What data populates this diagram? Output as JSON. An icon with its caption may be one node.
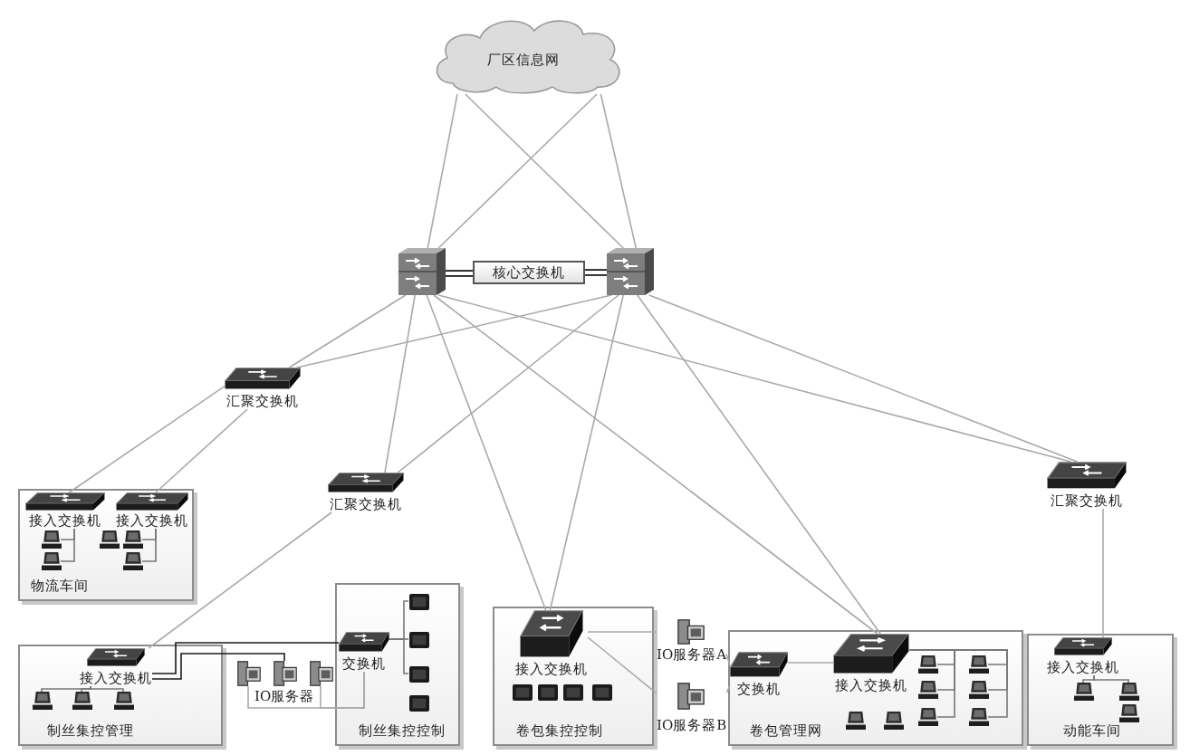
{
  "diagram": {
    "nodes": [
      {
        "text": [
          "厂区信息网"
        ]
      },
      {
        "text": [],
        "shape": "switch"
      },
      {
        "text": [
          "核心交换机"
        ]
      },
      {
        "text": [],
        "shape": "switch"
      },
      {
        "text": [
          "汇聚交换机"
        ]
      },
      {
        "text": [
          "汇聚交换机"
        ]
      },
      {
        "text": [
          "汇聚交换机"
        ]
      },
      {
        "text": [
          "物流车间"
        ]
      },
      {
        "text": [
          "接入交换机"
        ],
        "in": 7
      },
      {
        "text": [
          "接入交换机"
        ],
        "in": 7
      },
      {
        "text": [],
        "shape": "computer",
        "in": 7
      },
      {
        "text": [],
        "shape": "computer",
        "in": 7
      },
      {
        "text": [],
        "shape": "computer",
        "in": 7
      },
      {
        "text": [],
        "shape": "computer",
        "in": 7
      },
      {
        "text": [],
        "shape": "computer",
        "in": 7
      },
      {
        "text": [
          "制丝集控管理"
        ]
      },
      {
        "text": [
          "接入交换机"
        ],
        "in": 15
      },
      {
        "text": [],
        "shape": "computer",
        "in": 15
      },
      {
        "text": [],
        "shape": "computer",
        "in": 15
      },
      {
        "text": [],
        "shape": "computer",
        "in": 15
      },
      {
        "text": [],
        "shape": "server"
      },
      {
        "text": [],
        "shape": "server"
      },
      {
        "text": [],
        "shape": "server"
      },
      {
        "text": [
          "制丝集控控制"
        ]
      },
      {
        "text": [
          "交换机"
        ],
        "in": 23
      },
      {
        "text": [],
        "shape": "monitor",
        "in": 23
      },
      {
        "text": [],
        "shape": "monitor",
        "in": 23
      },
      {
        "text": [],
        "shape": "monitor",
        "in": 23
      },
      {
        "text": [],
        "shape": "monitor",
        "in": 23
      },
      {
        "text": [
          "卷包集控控制"
        ]
      },
      {
        "text": [
          "接入交换机"
        ],
        "in": 29
      },
      {
        "text": [],
        "shape": "monitor",
        "in": 29
      },
      {
        "text": [],
        "shape": "monitor",
        "in": 29
      },
      {
        "text": [],
        "shape": "monitor",
        "in": 29
      },
      {
        "text": [],
        "shape": "monitor",
        "in": 29
      },
      {
        "text": [
          "IO服务器A"
        ]
      },
      {
        "text": [
          "IO服务器B"
        ]
      },
      {
        "text": [
          "卷包管理网"
        ]
      },
      {
        "text": [
          "交换机"
        ],
        "in": 37
      },
      {
        "text": [
          "接入交换机"
        ],
        "in": 37
      },
      {
        "text": [],
        "shape": "computer",
        "in": 37
      },
      {
        "text": [],
        "shape": "computer",
        "in": 37
      },
      {
        "text": [],
        "shape": "computer",
        "in": 37
      },
      {
        "text": [],
        "shape": "computer",
        "in": 37
      },
      {
        "text": [],
        "shape": "computer",
        "in": 37
      },
      {
        "text": [],
        "shape": "computer",
        "in": 37
      },
      {
        "text": [],
        "shape": "computer",
        "in": 37
      },
      {
        "text": [],
        "shape": "computer",
        "in": 37
      },
      {
        "text": [
          "动能车间"
        ]
      },
      {
        "text": [
          "接入交换机"
        ],
        "in": 48
      },
      {
        "text": [],
        "shape": "computer",
        "in": 48
      },
      {
        "text": [],
        "shape": "computer",
        "in": 48
      },
      {
        "text": [],
        "shape": "computer",
        "in": 48
      }
    ],
    "edges": [
      {
        "from": 0,
        "to": 1,
        "arrow": "none"
      },
      {
        "from": 0,
        "to": 3,
        "arrow": "none"
      },
      {
        "from": 0,
        "to": 1,
        "arrow": "none"
      },
      {
        "from": 0,
        "to": 3,
        "arrow": "none"
      },
      {
        "from": 1,
        "to": 2,
        "arrow": "none",
        "style": "thick",
        "color": "#1a1a1a"
      },
      {
        "from": 2,
        "to": 3,
        "arrow": "none",
        "style": "thick",
        "color": "#1a1a1a"
      },
      {
        "from": 1,
        "to": 4,
        "arrow": "none"
      },
      {
        "from": 3,
        "to": 4,
        "arrow": "none"
      },
      {
        "from": 1,
        "to": 5,
        "arrow": "none"
      },
      {
        "from": 3,
        "to": 5,
        "arrow": "none"
      },
      {
        "from": 1,
        "to": 6,
        "arrow": "none"
      },
      {
        "from": 3,
        "to": 6,
        "arrow": "none"
      },
      {
        "from": 1,
        "to": 30,
        "arrow": "none"
      },
      {
        "from": 3,
        "to": 30,
        "arrow": "none"
      },
      {
        "from": 1,
        "to": 39,
        "arrow": "none"
      },
      {
        "from": 3,
        "to": 39,
        "arrow": "none"
      },
      {
        "from": 4,
        "to": 8,
        "arrow": "none"
      },
      {
        "from": 4,
        "to": 9,
        "arrow": "none"
      },
      {
        "from": 5,
        "to": 16,
        "arrow": "none"
      },
      {
        "from": 6,
        "to": 49,
        "arrow": "none"
      },
      {
        "from": 8,
        "to": 10,
        "arrow": "none",
        "color": "#777777"
      },
      {
        "from": 8,
        "to": 11,
        "arrow": "none",
        "color": "#777777"
      },
      {
        "from": 9,
        "to": 13,
        "arrow": "none",
        "color": "#777777"
      },
      {
        "from": 9,
        "to": 14,
        "arrow": "none",
        "color": "#777777"
      },
      {
        "from": 16,
        "to": 17,
        "arrow": "none",
        "color": "#777777"
      },
      {
        "from": 16,
        "to": 18,
        "arrow": "none",
        "color": "#777777"
      },
      {
        "from": 16,
        "to": 19,
        "arrow": "none",
        "color": "#777777"
      },
      {
        "from": 16,
        "to": 24,
        "arrow": "none",
        "color": "#1a1a1a"
      },
      {
        "from": 16,
        "to": 21,
        "arrow": "none",
        "color": "#1a1a1a"
      },
      {
        "from": 20,
        "to": 24,
        "arrow": "none"
      },
      {
        "from": 22,
        "to": 24,
        "arrow": "none"
      },
      {
        "from": 24,
        "to": 25,
        "arrow": "none",
        "color": "#777777"
      },
      {
        "from": 24,
        "to": 26,
        "arrow": "none",
        "color": "#777777"
      },
      {
        "from": 24,
        "to": 27,
        "arrow": "none",
        "color": "#777777"
      },
      {
        "from": 30,
        "to": 35,
        "arrow": "none"
      },
      {
        "from": 30,
        "to": 36,
        "arrow": "none"
      },
      {
        "from": 35,
        "to": 38,
        "arrow": "none"
      },
      {
        "from": 36,
        "to": 38,
        "arrow": "none"
      },
      {
        "from": 38,
        "to": 39,
        "arrow": "none"
      },
      {
        "from": 39,
        "to": 42,
        "arrow": "none",
        "color": "#777777"
      },
      {
        "from": 39,
        "to": 43,
        "arrow": "none",
        "color": "#777777"
      },
      {
        "from": 39,
        "to": 44,
        "arrow": "none",
        "color": "#777777"
      },
      {
        "from": 39,
        "to": 45,
        "arrow": "none",
        "color": "#777777"
      },
      {
        "from": 39,
        "to": 46,
        "arrow": "none",
        "color": "#777777"
      },
      {
        "from": 39,
        "to": 47,
        "arrow": "none",
        "color": "#777777"
      },
      {
        "from": 49,
        "to": 50,
        "arrow": "none",
        "color": "#777777"
      },
      {
        "from": 49,
        "to": 51,
        "arrow": "none",
        "color": "#777777"
      }
    ],
    "labels": [
      "IO服务器"
    ]
  }
}
